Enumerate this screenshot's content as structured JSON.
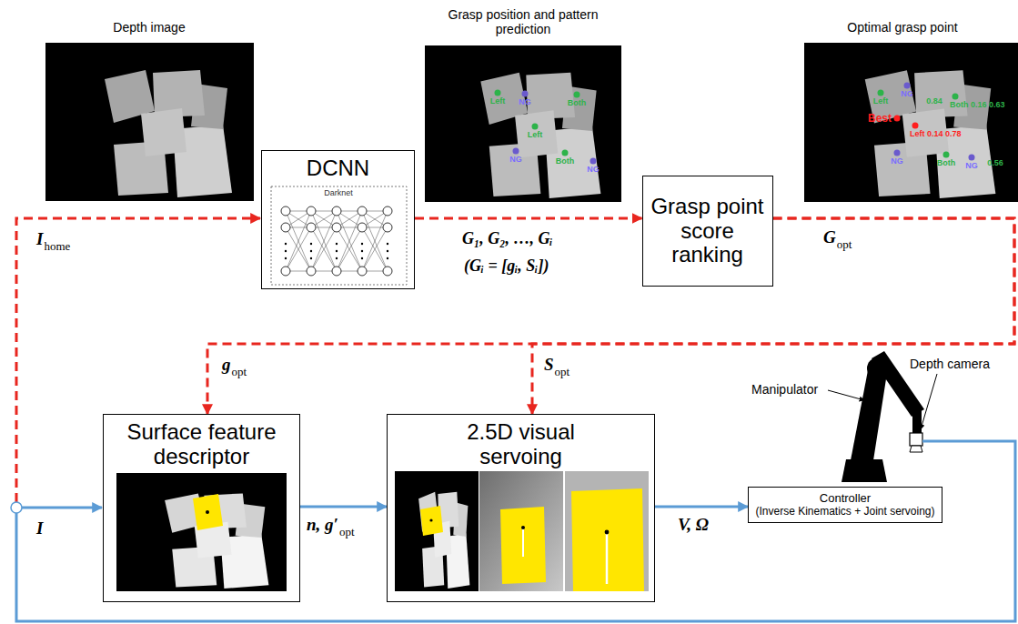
{
  "diagram": {
    "nodes": [
      {
        "text": [
          "DCNN"
        ]
      },
      {
        "text": [
          "Grasp point score ranking"
        ]
      },
      {
        "text": [
          "Surface feature descriptor"
        ]
      },
      {
        "text": [
          "2.5D visual servoing"
        ]
      },
      {
        "text": [
          "Controller",
          "(Inverse Kinematics + Joint servoing)"
        ]
      }
    ],
    "edges": [
      {
        "from": 0,
        "to": 1,
        "arrow": "to"
      },
      {
        "from": 1,
        "to": 2,
        "arrow": "to"
      },
      {
        "from": 1,
        "to": 3,
        "arrow": "to"
      },
      {
        "from": 2,
        "to": 3,
        "arrow": "to"
      },
      {
        "from": 3,
        "to": 4,
        "arrow": "to"
      }
    ],
    "labels": [
      "Depth image",
      "Grasp position and pattern prediction",
      "Optimal grasp point",
      "Darknet",
      "Left",
      "NG",
      "Both",
      "Left",
      "NG",
      "Both",
      "NG",
      "Left",
      "NG",
      "0.84",
      "Both 0.16 0.63",
      "Best",
      "Left 0.14 0.78",
      "NG",
      "Both",
      "NG",
      "0.56",
      "I",
      "home",
      "G₁, G₂, …, Gᵢ",
      "(Gᵢ = [gᵢ, Sᵢ])",
      "G",
      "opt",
      "g",
      "opt",
      "S",
      "opt",
      "n, g′",
      "opt",
      "V, Ω",
      "I",
      "Manipulator",
      "Depth camera"
    ]
  }
}
